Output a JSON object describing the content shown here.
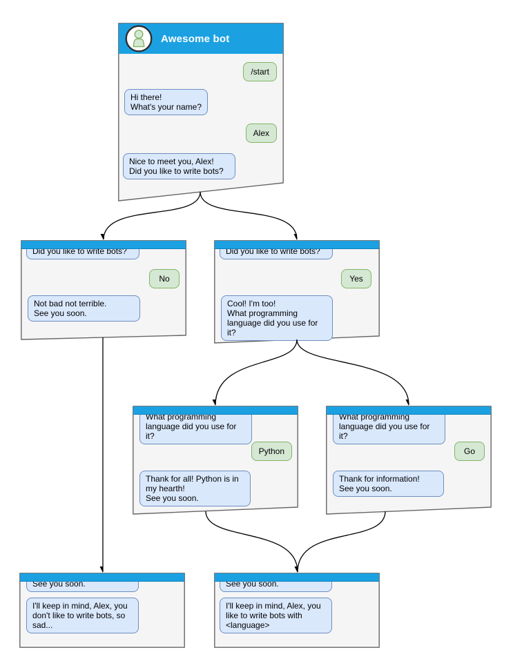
{
  "diagram_title": "Awesome bot",
  "colors": {
    "titlebar_blue": "#1ba1e2",
    "window_fill": "#f5f5f5",
    "window_border": "#666666",
    "bot_bubble_fill": "#dae8fc",
    "bot_bubble_border": "#6c8ebf",
    "user_bubble_fill": "#d5e8d4",
    "user_bubble_border": "#82b366",
    "arrow": "#000000",
    "header_text": "#ffffff"
  },
  "icons": {
    "avatar": "person-icon"
  },
  "windows": {
    "main": {
      "title": "Awesome bot",
      "messages": [
        {
          "from": "user",
          "text": "/start"
        },
        {
          "from": "bot",
          "text": "Hi there!\nWhat's your name?"
        },
        {
          "from": "user",
          "text": "Alex"
        },
        {
          "from": "bot",
          "text": "Nice to meet you, Alex!\nDid you like to write bots?"
        }
      ]
    },
    "branch_no": {
      "messages": [
        {
          "from": "bot",
          "text": "Did you like to write bots?"
        },
        {
          "from": "user",
          "text": "No"
        },
        {
          "from": "bot",
          "text": "Not bad not terrible.\nSee you soon."
        }
      ]
    },
    "branch_yes": {
      "messages": [
        {
          "from": "bot",
          "text": "Did you like to write bots?"
        },
        {
          "from": "user",
          "text": "Yes"
        },
        {
          "from": "bot",
          "text": "Cool! I'm too!\nWhat programming\nlanguage did you use for it?"
        }
      ]
    },
    "branch_python": {
      "messages": [
        {
          "from": "bot",
          "text": "What programming\nlanguage did you use for it?"
        },
        {
          "from": "user",
          "text": "Python"
        },
        {
          "from": "bot",
          "text": "Thank for all! Python is in\nmy hearth!\nSee you soon."
        }
      ]
    },
    "branch_go": {
      "messages": [
        {
          "from": "bot",
          "text": "What programming\nlanguage did you use for it?"
        },
        {
          "from": "user",
          "text": "Go"
        },
        {
          "from": "bot",
          "text": "Thank for information!\nSee you soon."
        }
      ]
    },
    "end_no": {
      "messages": [
        {
          "from": "bot",
          "text": "See you soon."
        },
        {
          "from": "bot",
          "text": "I'll keep in mind, Alex, you\ndon't like to write bots, so\nsad..."
        }
      ]
    },
    "end_language": {
      "messages": [
        {
          "from": "bot",
          "text": "See you soon."
        },
        {
          "from": "bot",
          "text": "I'll keep in mind, Alex, you\nlike to write bots with\n<language>"
        }
      ]
    }
  },
  "flow": {
    "edges": [
      {
        "from": "main",
        "to": "branch_no"
      },
      {
        "from": "main",
        "to": "branch_yes"
      },
      {
        "from": "branch_yes",
        "to": "branch_python"
      },
      {
        "from": "branch_yes",
        "to": "branch_go"
      },
      {
        "from": "branch_no",
        "to": "end_no"
      },
      {
        "from": "branch_python",
        "to": "end_language"
      },
      {
        "from": "branch_go",
        "to": "end_language"
      }
    ]
  }
}
